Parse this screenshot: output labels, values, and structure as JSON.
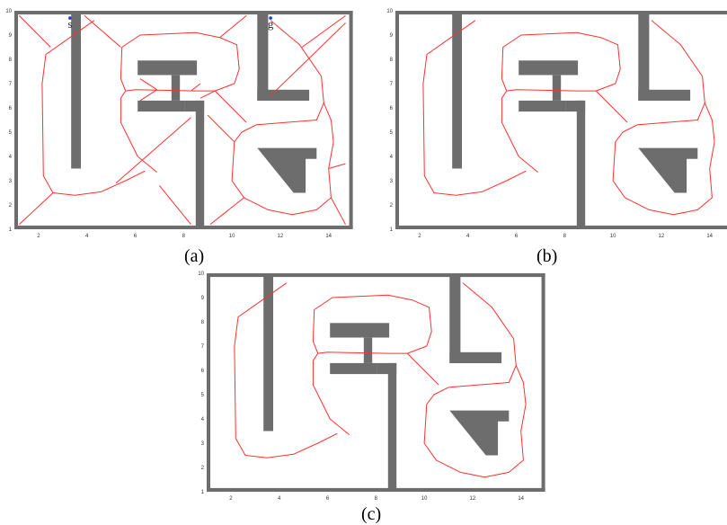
{
  "colors": {
    "wall": "#6d6d6d",
    "path": "#ff3030",
    "marker": "#1f3fbf",
    "background": "#ffffff"
  },
  "axis": {
    "x_ticks": [
      "2",
      "4",
      "6",
      "8",
      "10",
      "12",
      "14"
    ],
    "y_ticks": [
      "1",
      "2",
      "3",
      "4",
      "5",
      "6",
      "7",
      "8",
      "9",
      "10"
    ]
  },
  "panels": [
    {
      "id": "a",
      "caption": "(a)",
      "start_label": "s",
      "goal_label": "g"
    },
    {
      "id": "b",
      "caption": "(b)"
    },
    {
      "id": "c",
      "caption": "(c)"
    }
  ]
}
